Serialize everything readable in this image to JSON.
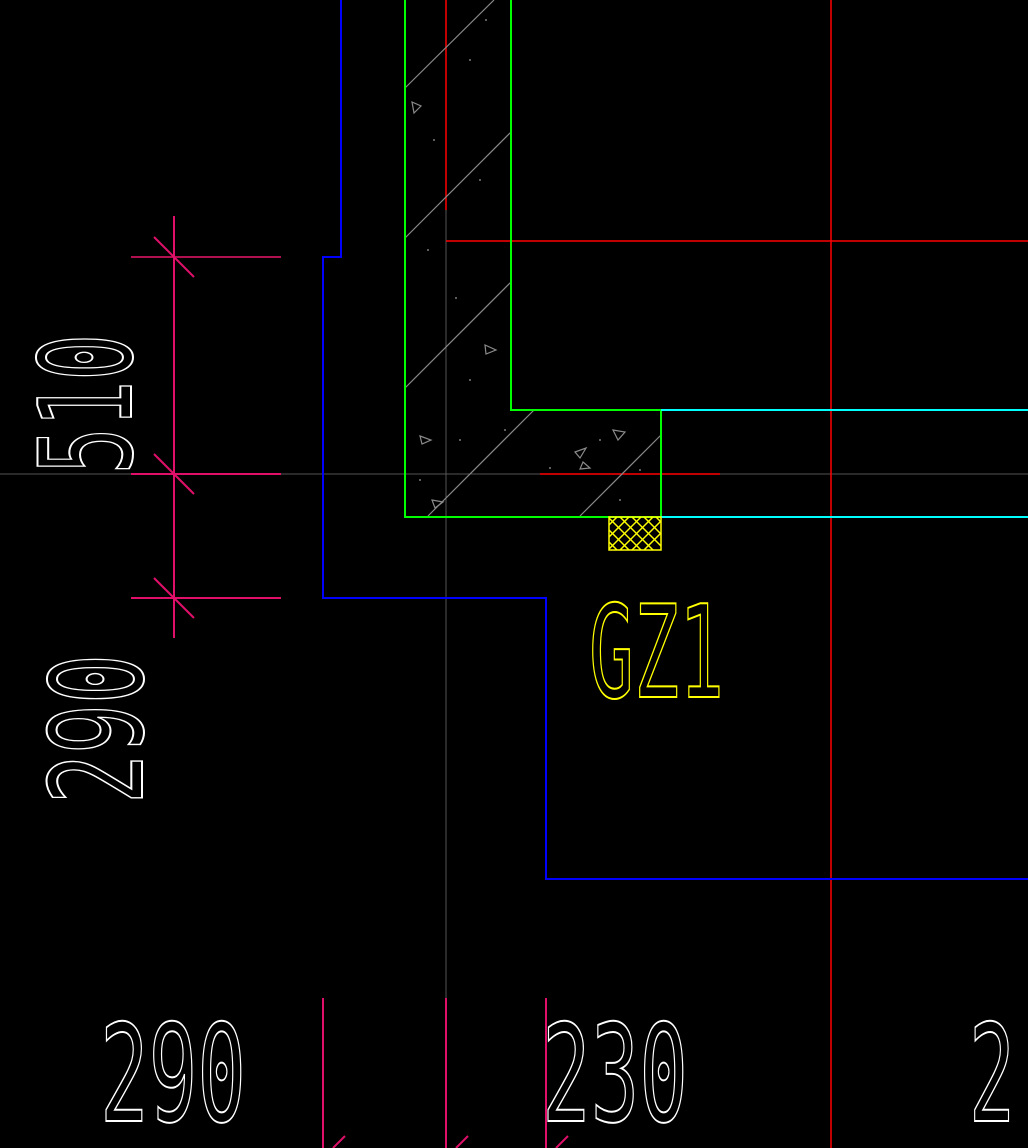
{
  "drawing": {
    "background": "#000000",
    "colors": {
      "axis_red": "#ff0000",
      "wall_blue": "#0000ff",
      "slab_green": "#00ff00",
      "beam_cyan": "#00ffff",
      "dimension_magenta": "#ff0080",
      "column_yellow": "#ffff00",
      "text_white": "#ffffff",
      "hatch_grey": "#808080"
    },
    "vertical_dimensions": {
      "upper": "510",
      "lower": "290"
    },
    "column_label": "GZ1",
    "horizontal_dimensions": [
      "290",
      "230",
      "2"
    ]
  }
}
